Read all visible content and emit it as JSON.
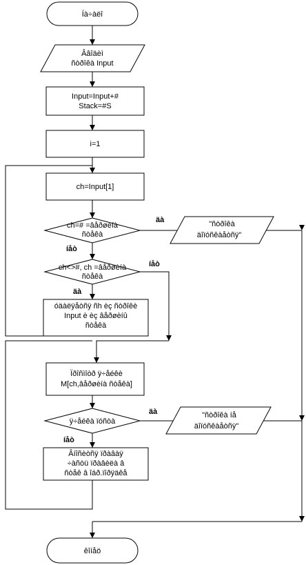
{
  "nodes": {
    "start": "Íà÷àëî",
    "input_line1": "Ââîäèì",
    "input_line2": "ñòðîêà Input",
    "init_line1": "Input=Input+#",
    "init_line2": "Stack=#S",
    "i_assign": "i=1",
    "ch_assign": "ch=Input[1]",
    "cond1_line1": "ch=# =âåðøèíà",
    "cond1_line2": "ñòåêà",
    "out1_line1": "\"ñòðîêà",
    "out1_line2": "äîïóñêàåòñÿ\"",
    "cond2_line1": "ch<>#, ch =âåðøèíà",
    "cond2_line2": "ñòåêà",
    "del_line1": "óäàëÿåòñÿ ñh èç ñòðîêè",
    "del_line2": "Input è èç âåðøèíû",
    "del_line3": "ñòåêà",
    "search_line1": "Ïðîñìîòð ÿ÷åéêè",
    "search_line2": "M[ch,âåðøèíà ñòåêà]",
    "cond3": "ÿ÷åéêà ïóñòà",
    "out2_line1": "\"ñòðîêà íå",
    "out2_line2": "äîïóñêàåòñÿ\"",
    "push_line1": "Âíîñèòñÿ ïðàâàÿ",
    "push_line2": "÷àñòü ïðàâèëà â",
    "push_line3": "ñòåê â îáð.ïîðÿäêå",
    "end": "êîíåö"
  },
  "labels": {
    "yes": "äà",
    "no": "íåò"
  }
}
